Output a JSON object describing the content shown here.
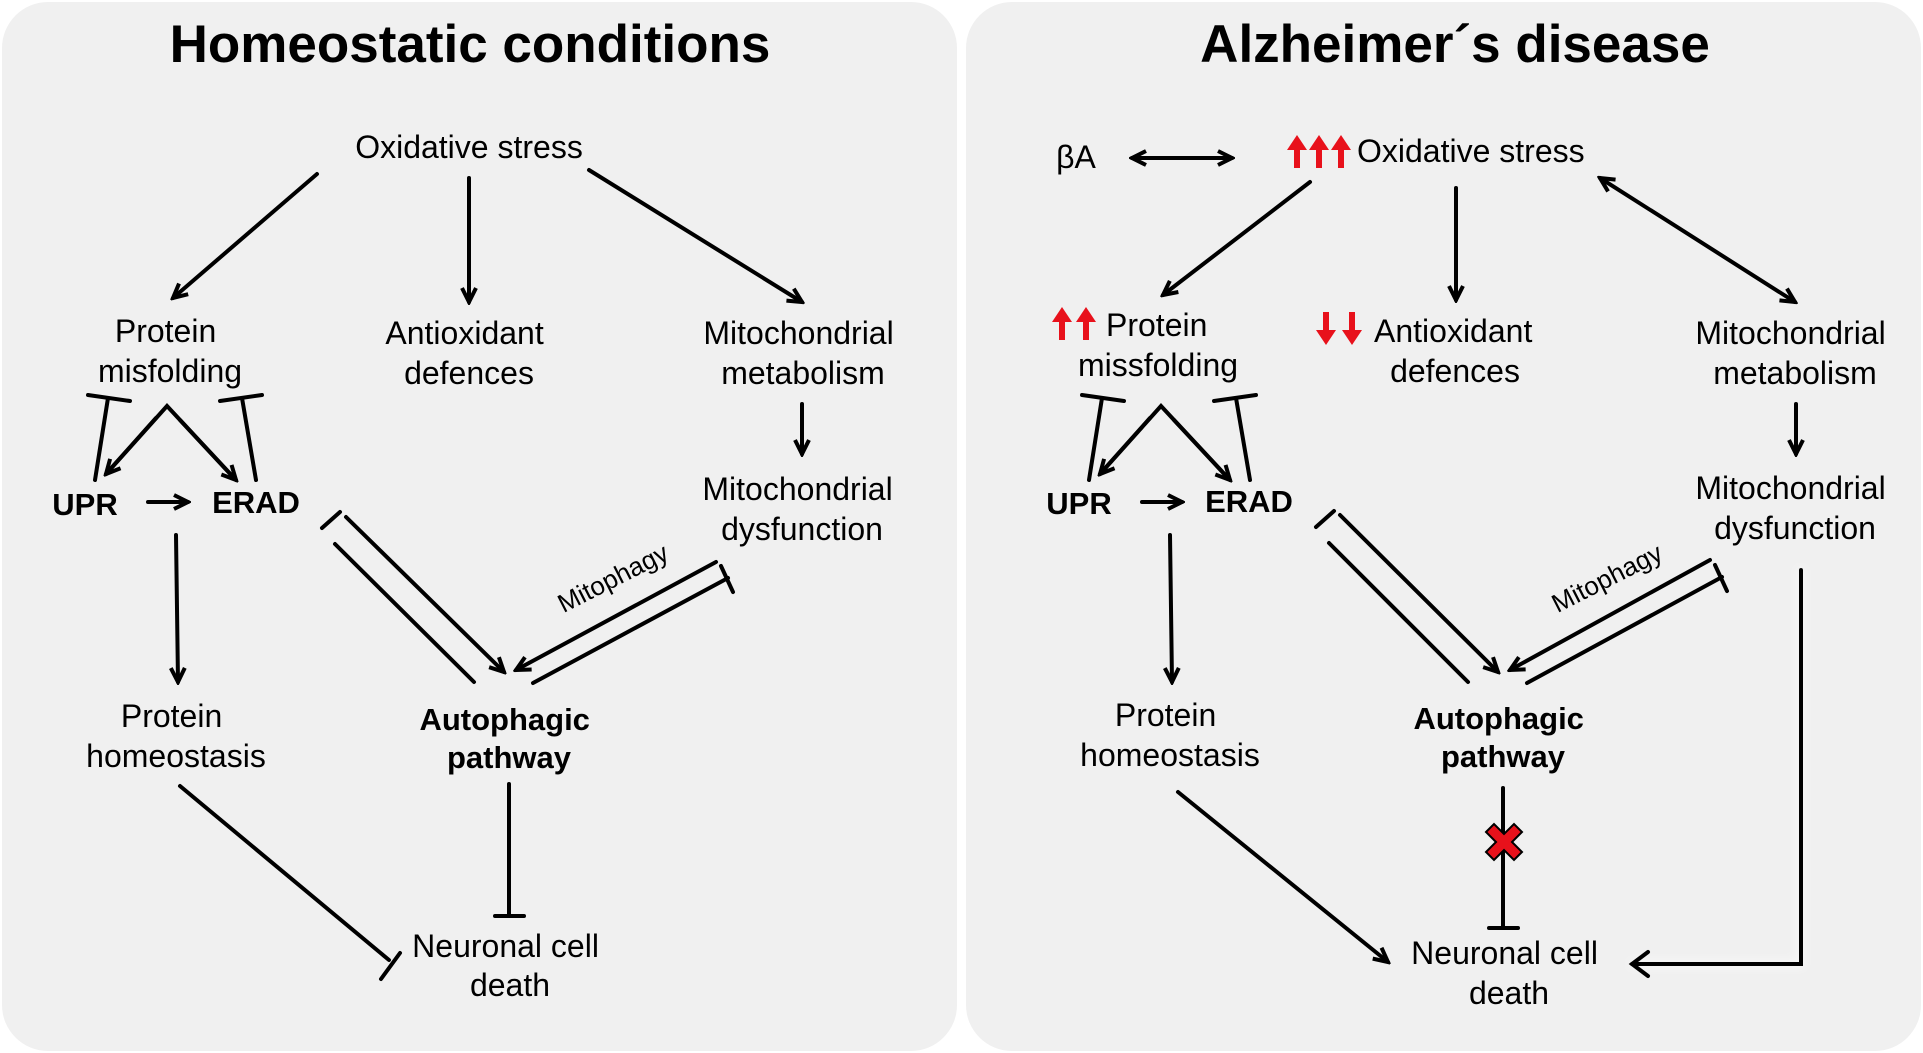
{
  "left_panel": {
    "title": "Homeostatic conditions",
    "oxidative_stress": "Oxidative stress",
    "protein_misfolding": [
      "Protein",
      "misfolding"
    ],
    "antioxidant_defences": [
      "Antioxidant",
      "defences"
    ],
    "mitochondrial_metabolism": [
      "Mitochondrial",
      "metabolism"
    ],
    "upr": "UPR",
    "erad": "ERAD",
    "mitochondrial_dysfunction": [
      "Mitochondrial",
      "dysfunction"
    ],
    "mitophagy": "Mitophagy",
    "protein_homeostasis": [
      "Protein",
      "homeostasis"
    ],
    "autophagic_pathway": [
      "Autophagic",
      "pathway"
    ],
    "neuronal_cell_death": [
      "Neuronal cell",
      "death"
    ]
  },
  "right_panel": {
    "title": "Alzheimer´s disease",
    "beta_amyloid": "βA",
    "oxidative_stress": "Oxidative stress",
    "protein_misfolding": [
      "Protein",
      "missfolding"
    ],
    "antioxidant_defences": [
      "Antioxidant",
      "defences"
    ],
    "mitochondrial_metabolism": [
      "Mitochondrial",
      "metabolism"
    ],
    "upr": "UPR",
    "erad": "ERAD",
    "mitochondrial_dysfunction": [
      "Mitochondrial",
      "dysfunction"
    ],
    "mitophagy": "Mitophagy",
    "protein_homeostasis": [
      "Protein",
      "homeostasis"
    ],
    "autophagic_pathway": [
      "Autophagic",
      "pathway"
    ],
    "neuronal_cell_death": [
      "Neuronal cell",
      "death"
    ]
  },
  "colors": {
    "panel_background": "#f0f0f0",
    "increase_arrow": "#e8111b",
    "decrease_arrow": "#e8111b",
    "blocked_cross": "#e8111b"
  },
  "icons": {
    "increase": "red-up-arrow-icon",
    "decrease": "red-down-arrow-icon",
    "blocked": "red-x-icon"
  }
}
